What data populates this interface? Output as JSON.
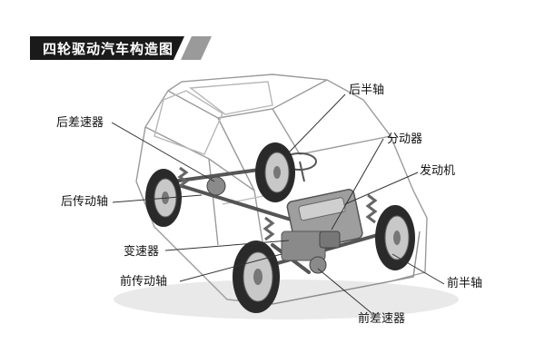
{
  "title": "四轮驱动汽车构造图",
  "labels": {
    "rear_half_shaft": "后半轴",
    "rear_differential": "后差速器",
    "transfer_case": "分动器",
    "engine": "发动机",
    "rear_drive_shaft": "后传动轴",
    "transmission": "变速器",
    "front_drive_shaft": "前传动轴",
    "front_half_shaft": "前半轴",
    "front_differential": "前差速器"
  },
  "colors": {
    "banner": "#1a1a1a",
    "accent_stripe": "#9a9a9a",
    "leader_line": "#333333"
  }
}
